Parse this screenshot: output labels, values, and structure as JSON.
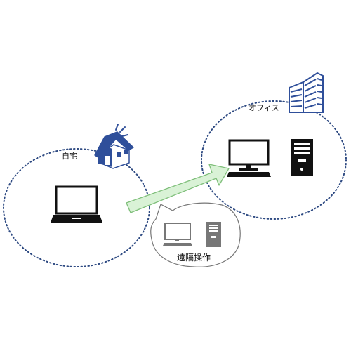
{
  "labels": {
    "home": "自宅",
    "office": "オフィス",
    "remote": "遠隔操作"
  },
  "icons": [
    "house-icon",
    "laptop-icon",
    "office-building-icon",
    "monitor-icon",
    "tower-server-icon",
    "arrow-icon"
  ],
  "colors": {
    "dotted_outline": "#2e4a82",
    "house_roof": "#2f4f9a",
    "arrow_fill": "#d9f2d6",
    "arrow_stroke": "#7fbf7a",
    "device_black": "#111111",
    "callout_gray": "#777777"
  }
}
